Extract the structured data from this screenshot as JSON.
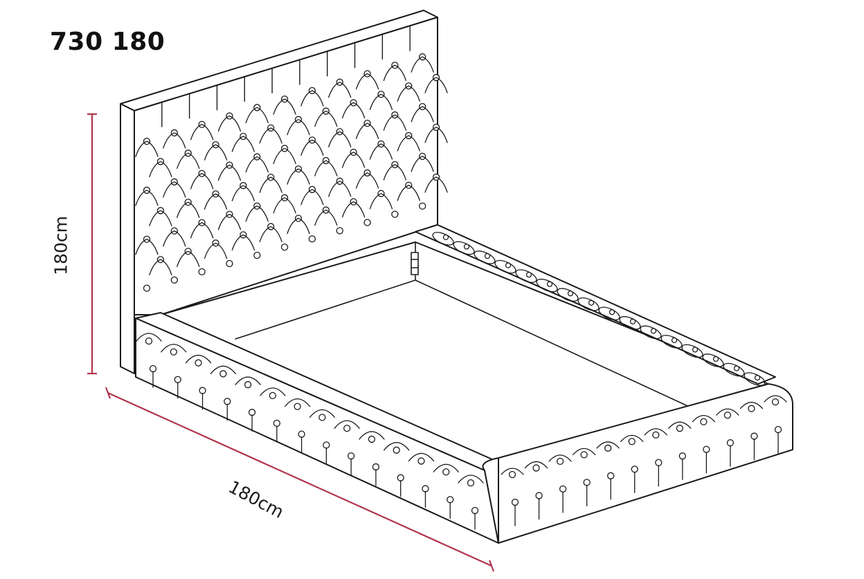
{
  "product_code": "730 180",
  "dimensions": {
    "height_label": "180cm",
    "width_label": "180cm"
  },
  "colors": {
    "dimension_line": "#b0334a",
    "outline": "#1a1a1a",
    "background": "#ffffff"
  }
}
